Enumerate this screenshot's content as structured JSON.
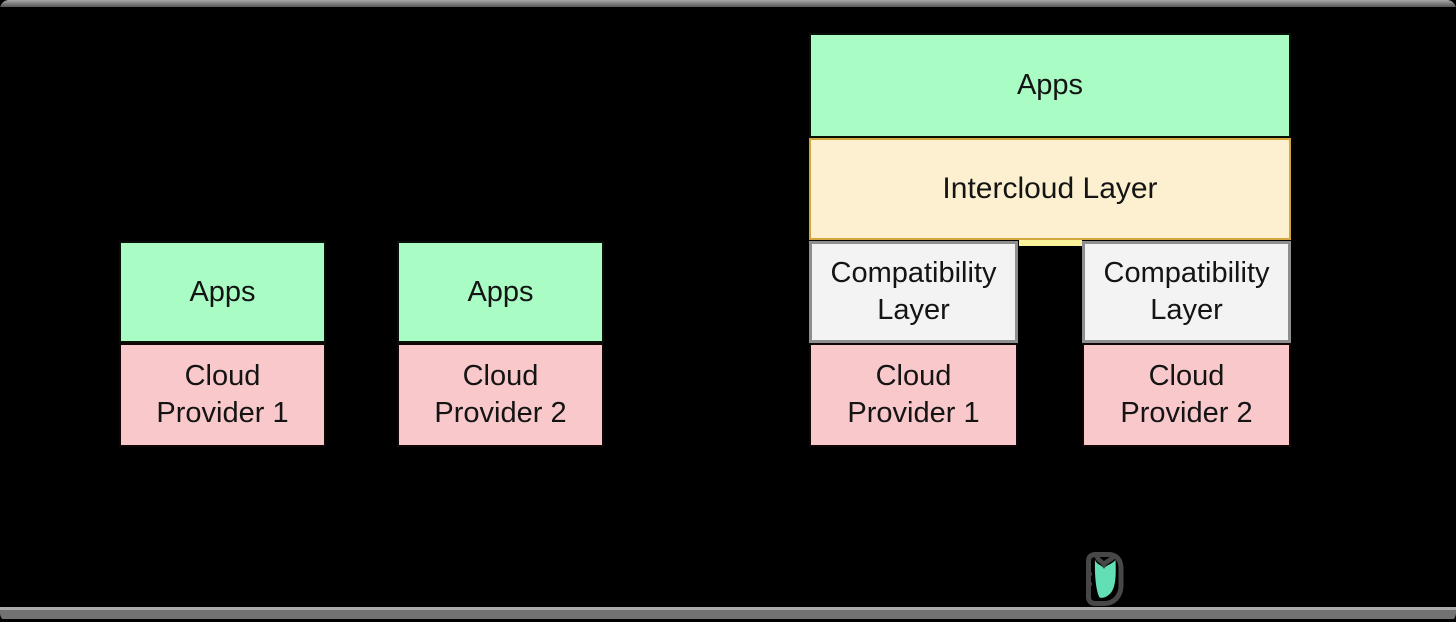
{
  "left_diagram": {
    "stacks": [
      {
        "apps_label": "Apps",
        "provider_label": "Cloud Provider 1"
      },
      {
        "apps_label": "Apps",
        "provider_label": "Cloud Provider 2"
      }
    ]
  },
  "right_diagram": {
    "apps_label": "Apps",
    "intercloud_label": "Intercloud Layer",
    "columns": [
      {
        "compat_label": "Compatibility Layer",
        "provider_label": "Cloud Provider 1"
      },
      {
        "compat_label": "Compatibility Layer",
        "provider_label": "Cloud Provider 2"
      }
    ]
  },
  "colors": {
    "background": "#000000",
    "apps_green": "#a9fcc3",
    "provider_pink": "#f9c8cb",
    "intercloud_cream": "#fdf0d0",
    "intercloud_border_gold": "#d2a63c",
    "compat_gray_fill": "#f3f3f3",
    "compat_gray_border": "#8e8e8e",
    "connector_yellow": "#fbf39b",
    "logo_teal": "#63dfb6",
    "logo_charcoal": "#474747"
  }
}
